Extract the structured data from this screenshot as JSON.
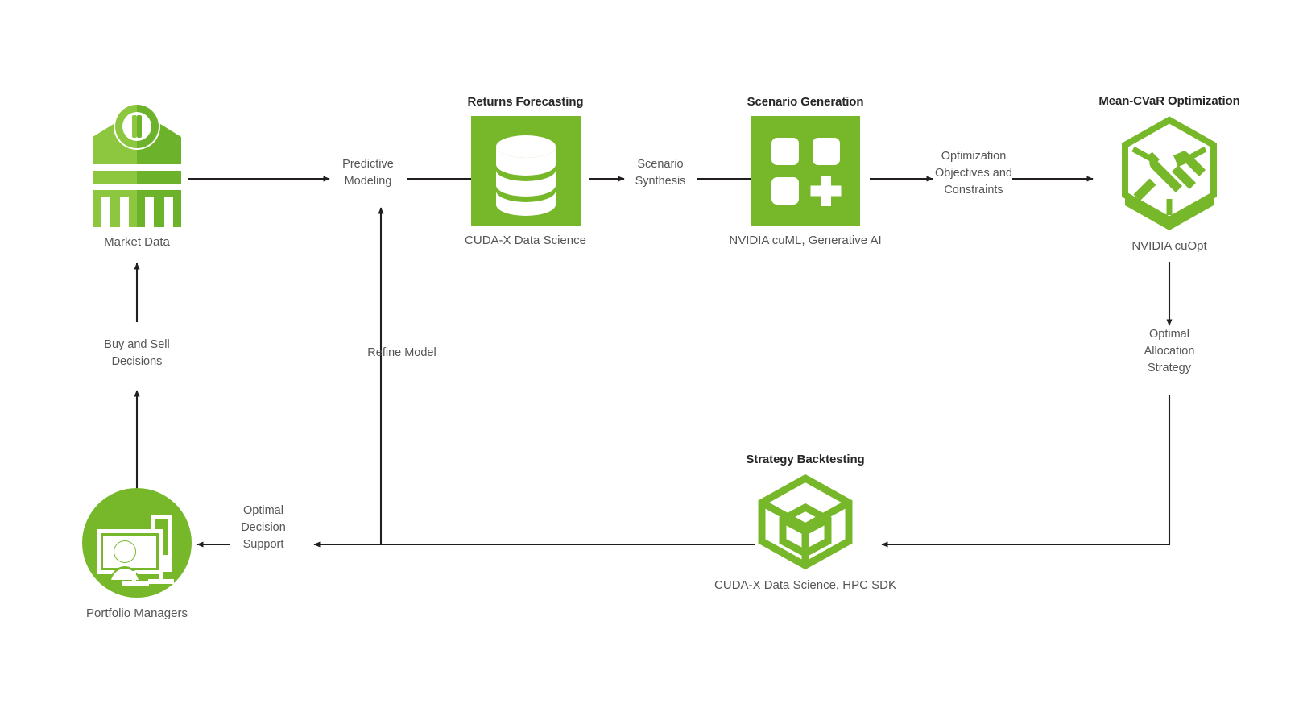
{
  "diagram": {
    "title": "Portfolio Optimization Workflow",
    "colors": {
      "green_primary": "#76B82A",
      "green_light": "#8DC63F",
      "green_dark": "#6CB22B",
      "wire": "#231f20",
      "text_caption": "#555555",
      "text_title": "#262626",
      "background": "#ffffff"
    },
    "nodes": [
      {
        "id": "market-data",
        "title": "",
        "caption": "Market Data",
        "icon": "bank-building-icon"
      },
      {
        "id": "returns-forecasting",
        "title": "Returns Forecasting",
        "caption": "CUDA-X Data Science",
        "icon": "database-cylinder-icon"
      },
      {
        "id": "scenario-generation",
        "title": "Scenario Generation",
        "caption": "NVIDIA cuML, Generative AI",
        "icon": "grid-plus-icon"
      },
      {
        "id": "mean-cvar-optimization",
        "title": "Mean-CVaR Optimization",
        "caption": "NVIDIA cuOpt",
        "icon": "cube-tools-icon"
      },
      {
        "id": "strategy-backtesting",
        "title": "Strategy Backtesting",
        "caption": "CUDA-X Data Science, HPC SDK",
        "icon": "nested-cube-icon"
      },
      {
        "id": "portfolio-managers",
        "title": "",
        "caption": "Portfolio Managers",
        "icon": "analyst-workstation-icon"
      }
    ],
    "edges": [
      {
        "id": "predictive-modeling",
        "label": "Predictive\nModeling",
        "from": "market-data",
        "to": "returns-forecasting"
      },
      {
        "id": "scenario-synthesis",
        "label": "Scenario\nSynthesis",
        "from": "returns-forecasting",
        "to": "scenario-generation"
      },
      {
        "id": "optimization-objectives",
        "label": "Optimization\nObjectives  and\nConstraints",
        "from": "scenario-generation",
        "to": "mean-cvar-optimization"
      },
      {
        "id": "optimal-allocation-strategy",
        "label": "Optimal\nAllocation\nStrategy",
        "from": "mean-cvar-optimization",
        "to": "strategy-backtesting"
      },
      {
        "id": "optimal-decision-support",
        "label": "Optimal\nDecision\nSupport",
        "from": "strategy-backtesting",
        "to": "portfolio-managers"
      },
      {
        "id": "refine-model",
        "label": "Refine Model",
        "from": "strategy-backtesting",
        "to": "returns-forecasting"
      },
      {
        "id": "buy-and-sell-decisions",
        "label": "Buy and Sell\nDecisions",
        "from": "portfolio-managers",
        "to": "market-data"
      }
    ]
  }
}
